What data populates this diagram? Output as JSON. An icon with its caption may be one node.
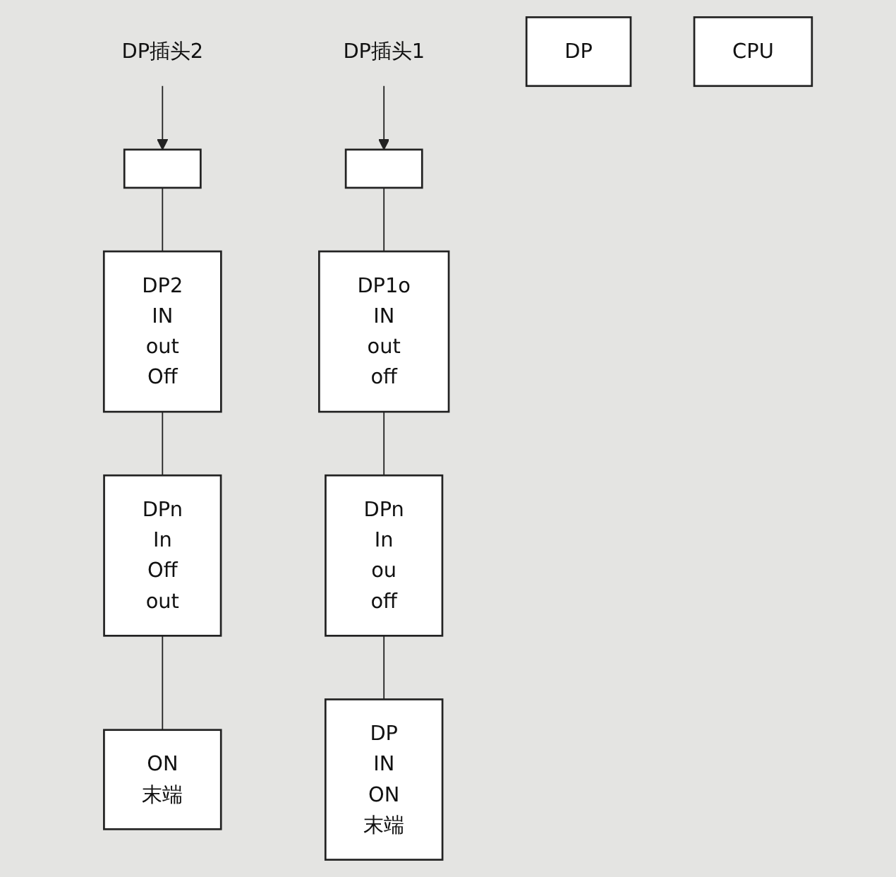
{
  "diagram": {
    "nodes": [
      {
        "text": [
          "DP插头2"
        ]
      },
      {
        "text": [
          "DP插头1"
        ]
      },
      {
        "text": [],
        "shape": "box"
      },
      {
        "text": [],
        "shape": "box"
      },
      {
        "text": [
          "DP"
        ]
      },
      {
        "text": [
          "CPU"
        ]
      },
      {
        "text": [
          "DP1o",
          "IN",
          "out",
          "off"
        ]
      },
      {
        "text": [
          "DPn",
          "In",
          "ou",
          "off"
        ]
      },
      {
        "text": [
          "DP",
          "IN",
          "ON",
          "末端"
        ]
      },
      {
        "text": [
          "DP2",
          "IN",
          "out",
          "Off"
        ]
      },
      {
        "text": [
          "DPn",
          "In",
          "Off",
          "out"
        ]
      },
      {
        "text": [
          "ON",
          "末端"
        ]
      }
    ],
    "edges": [
      {
        "from": 0,
        "to": 2,
        "arrow": "to"
      },
      {
        "from": 1,
        "to": 3,
        "arrow": "to"
      },
      {
        "from": 3,
        "to": 6,
        "arrow": "none"
      },
      {
        "from": 6,
        "to": 7,
        "arrow": "none"
      },
      {
        "from": 7,
        "to": 8,
        "arrow": "none"
      },
      {
        "from": 2,
        "to": 9,
        "arrow": "none"
      },
      {
        "from": 9,
        "to": 10,
        "arrow": "none"
      },
      {
        "from": 10,
        "to": 11,
        "arrow": "none"
      }
    ]
  }
}
